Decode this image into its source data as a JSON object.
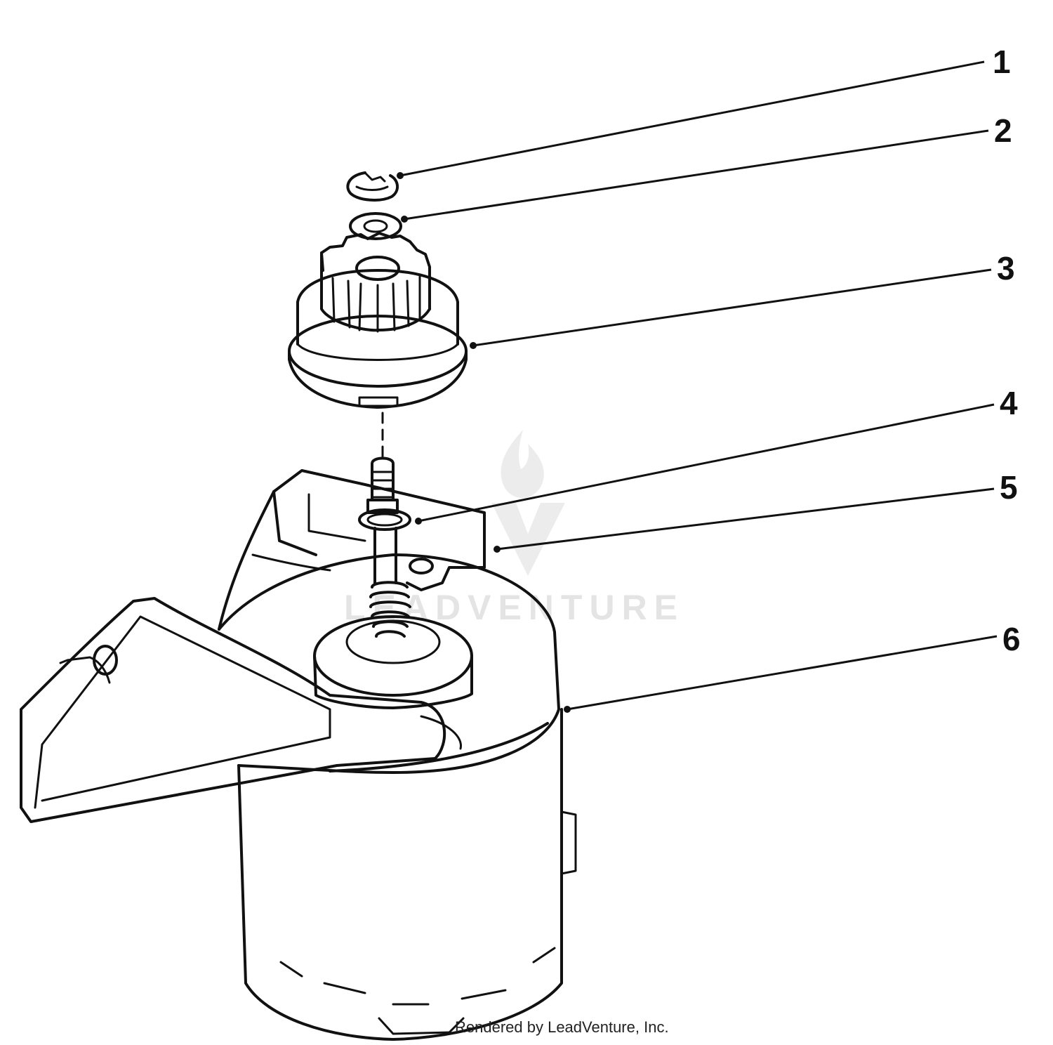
{
  "callouts": [
    {
      "label": "1"
    },
    {
      "label": "2"
    },
    {
      "label": "3"
    },
    {
      "label": "4"
    },
    {
      "label": "5"
    },
    {
      "label": "6"
    }
  ],
  "watermark": {
    "text": "LEADVENTURE"
  },
  "footer": {
    "credit": "Rendered by LeadVenture, Inc."
  },
  "colors": {
    "ink": "#111111",
    "background": "#ffffff",
    "watermark": "#e4e4e4"
  }
}
